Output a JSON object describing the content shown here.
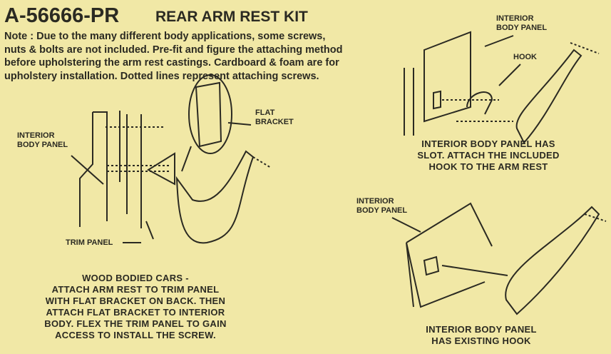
{
  "header": {
    "part_number": "A-56666-PR",
    "kit_title": "REAR ARM REST KIT"
  },
  "note": [
    "Note :  Due to the many different body applications,  some screws,",
    "nuts & bolts are not included.  Pre-fit and figure the attaching method",
    "before upholstering the arm rest castings. Cardboard & foam are for",
    "upholstery installation.  Dotted lines represent attaching screws."
  ],
  "diagram_left": {
    "labels": {
      "interior_body_panel": [
        "INTERIOR",
        "BODY PANEL"
      ],
      "flat_bracket": [
        "FLAT",
        "BRACKET"
      ],
      "trim_panel": "TRIM PANEL"
    },
    "caption": [
      "WOOD BODIED CARS -",
      "ATTACH ARM REST TO TRIM PANEL",
      "WITH FLAT BRACKET ON BACK.  THEN",
      "ATTACH FLAT BRACKET TO INTERIOR",
      "BODY.  FLEX THE TRIM PANEL TO GAIN",
      "ACCESS TO INSTALL THE SCREW."
    ]
  },
  "diagram_top_right": {
    "labels": {
      "interior_body_panel": [
        "INTERIOR",
        "BODY PANEL"
      ],
      "hook": "HOOK"
    },
    "caption": [
      "INTERIOR BODY PANEL HAS",
      "SLOT.  ATTACH THE INCLUDED",
      "HOOK TO THE ARM REST"
    ]
  },
  "diagram_bottom_right": {
    "labels": {
      "interior_body_panel": [
        "INTERIOR",
        "BODY PANEL"
      ]
    },
    "caption": [
      "INTERIOR BODY PANEL",
      "HAS EXISTING HOOK"
    ]
  }
}
